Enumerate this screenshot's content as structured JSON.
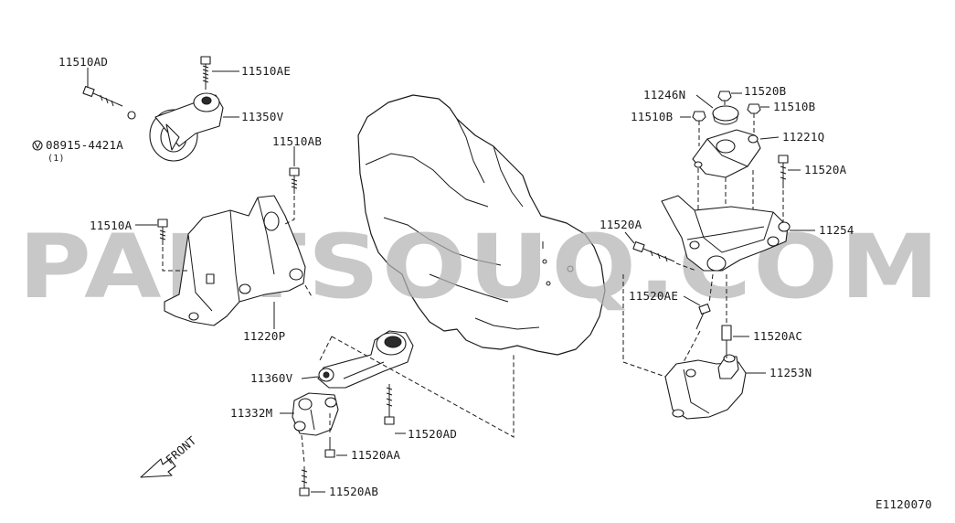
{
  "watermark": "PARTSOUQ.COM",
  "diagram_code": "E1120070",
  "front_label": "FRONT",
  "labels": {
    "p11510AD": "11510AD",
    "p11510AE": "11510AE",
    "p11350V": "11350V",
    "p08915": "08915-4421A",
    "p08915_qty": "(1)",
    "p11510AB": "11510AB",
    "p11510A": "11510A",
    "p11220P": "11220P",
    "p11360V": "11360V",
    "p11332M": "11332M",
    "p11520AD": "11520AD",
    "p11520AA": "11520AA",
    "p11520AB": "11520AB",
    "p11246N": "11246N",
    "p11520B": "11520B",
    "p11510B_l": "11510B",
    "p11510B_r": "11510B",
    "p11221Q": "11221Q",
    "p11520A_r": "11520A",
    "p11520A_m": "11520A",
    "p11254": "11254",
    "p11520AE": "11520AE",
    "p11520AC": "11520AC",
    "p11253N": "11253N"
  }
}
